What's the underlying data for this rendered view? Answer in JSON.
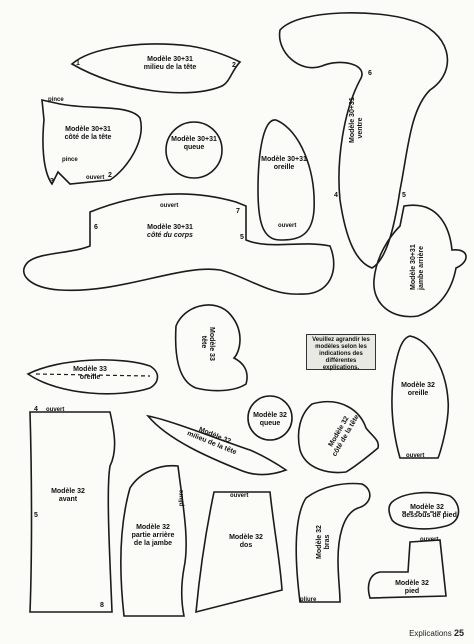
{
  "pieces": {
    "milieu_tete_3031": {
      "model": "Modèle 30+31",
      "name": "milieu de la tête",
      "n1": "1",
      "n2": "2"
    },
    "cote_tete_3031": {
      "model": "Modèle 30+31",
      "name": "côté de la tête",
      "pince": "pince",
      "ouvert": "ouvert",
      "n3": "3",
      "n2": "2"
    },
    "queue_3031": {
      "model": "Modèle 30+31",
      "name": "queue"
    },
    "oreille_3031": {
      "model": "Modèle 30+31",
      "name": "oreille",
      "ouvert": "ouvert"
    },
    "ventre_3031": {
      "model": "Modèle 30+31",
      "name": "ventre",
      "n4": "4",
      "n5": "5",
      "n6": "6"
    },
    "jambe_arriere_3031": {
      "model": "Modèle 30+31",
      "name": "jambe arrière"
    },
    "cote_corps_3031": {
      "model": "Modèle 30+31",
      "name": "côté du corps",
      "ouvert": "ouvert",
      "n5": "5",
      "n6": "6",
      "n7": "7"
    },
    "tete_33": {
      "model": "Modèle 33",
      "name": "tête"
    },
    "oreille_33": {
      "model": "Modèle 33",
      "name": "oreille"
    },
    "avant_32": {
      "model": "Modèle 32",
      "name": "avant",
      "ouvert": "ouvert",
      "n4": "4",
      "n5": "5",
      "n8": "8"
    },
    "milieu_tete_32": {
      "model": "Modèle 32",
      "name": "milieu de la tête"
    },
    "queue_32": {
      "model": "Modèle 32",
      "name": "queue"
    },
    "cote_tete_32": {
      "model": "Modèle 32",
      "name": "côté de la tête"
    },
    "oreille_32": {
      "model": "Modèle 32",
      "name": "oreille",
      "ouvert": "ouvert"
    },
    "jambe_arriere_32": {
      "model": "Modèle 32",
      "name1": "partie arrière",
      "name2": "de la jambe",
      "pliure": "pliure"
    },
    "dos_32": {
      "model": "Modèle 32",
      "name": "dos",
      "ouvert": "ouvert"
    },
    "bras_32": {
      "model": "Modèle 32",
      "name": "bras",
      "pliure": "pliure"
    },
    "dessous_pied_32": {
      "model": "Modèle 32",
      "name": "dessous de pied"
    },
    "pied_32": {
      "model": "Modèle 32",
      "name": "pied",
      "ouvert": "ouvert"
    }
  },
  "note": "Veuillez agrandir les modèles selon les indications des différentes explications.",
  "footer": {
    "section": "Explications",
    "page": "25"
  }
}
